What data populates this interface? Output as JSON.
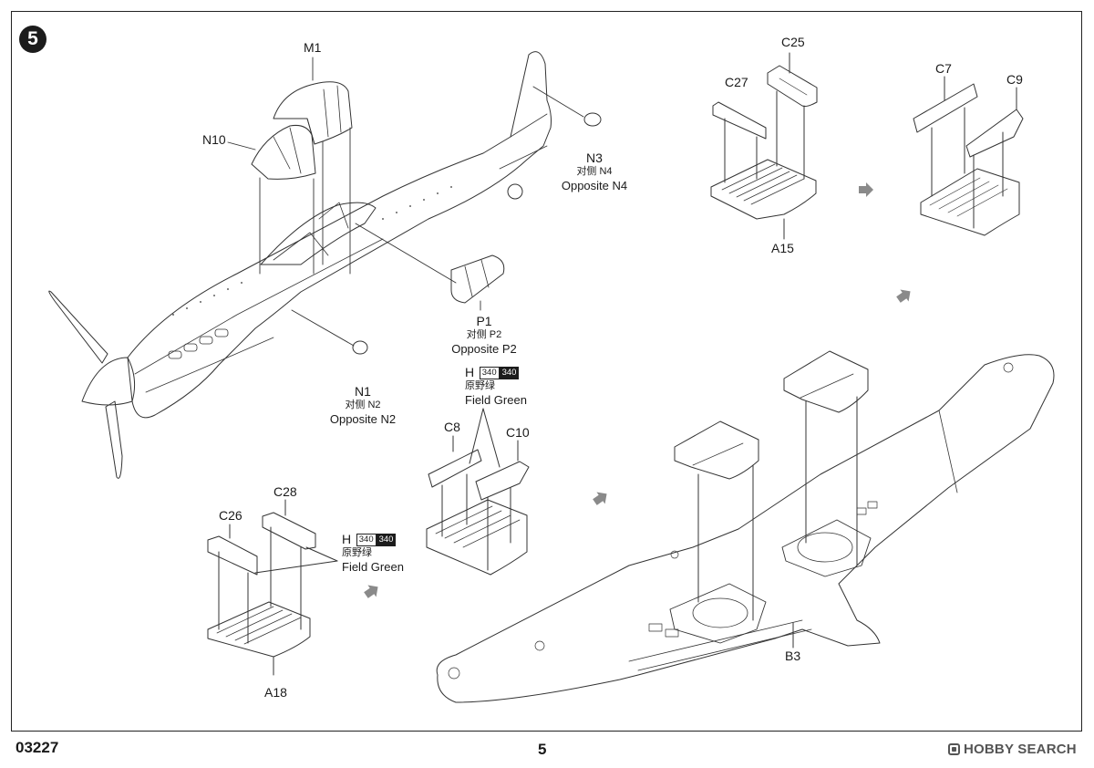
{
  "step": {
    "number": "5"
  },
  "fuselage_parts": {
    "m1": "M1",
    "n10": "N10",
    "n3": {
      "part": "N3",
      "opposite_cn": "对侧 N4",
      "opposite_en": "Opposite N4"
    },
    "p1": {
      "part": "P1",
      "opposite_cn": "对侧 P2",
      "opposite_en": "Opposite P2"
    },
    "n1": {
      "part": "N1",
      "opposite_cn": "对侧 N2",
      "opposite_en": "Opposite N2"
    }
  },
  "paint_callout_1": {
    "letter": "H",
    "code_a": "340",
    "code_b": "340",
    "color_cn": "原野绿",
    "color_en": "Field Green"
  },
  "paint_callout_2": {
    "letter": "H",
    "code_a": "340",
    "code_b": "340",
    "color_cn": "原野绿",
    "color_en": "Field Green"
  },
  "bay_top": {
    "c25": "C25",
    "c27": "C27",
    "a15": "A15",
    "c7": "C7",
    "c9": "C9"
  },
  "bay_mid": {
    "c8": "C8",
    "c10": "C10"
  },
  "bay_left": {
    "c26": "C26",
    "c28": "C28",
    "a18": "A18"
  },
  "wing": {
    "b3": "B3"
  },
  "footer": {
    "product_code": "03227",
    "page_number": "5",
    "watermark": "HOBBY SEARCH"
  },
  "colors": {
    "line": "#333333",
    "arrow": "#8a8a8a",
    "badge": "#1c1c1c"
  }
}
